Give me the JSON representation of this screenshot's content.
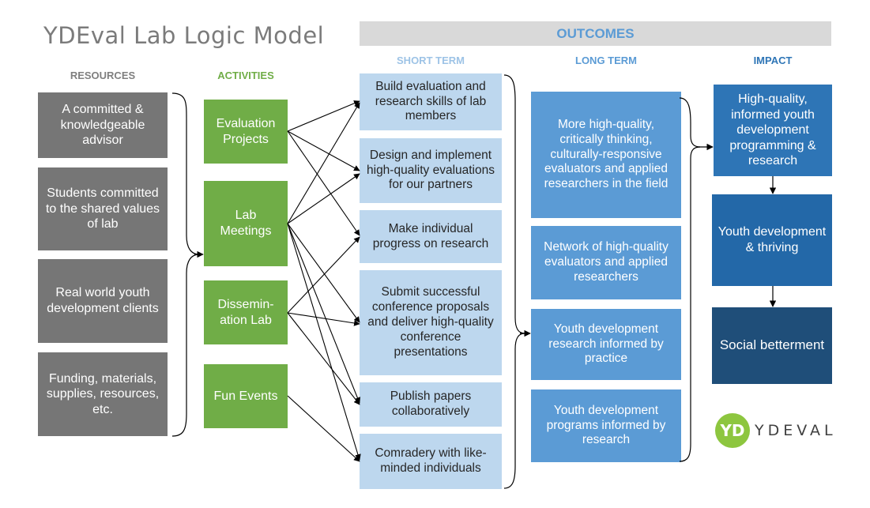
{
  "title": "YDEval Lab Logic Model",
  "headers": {
    "resources": "RESOURCES",
    "activities": "ACTIVITIES",
    "outcomes": "OUTCOMES",
    "short_term": "SHORT TERM",
    "long_term": "LONG TERM",
    "impact": "IMPACT"
  },
  "resources": [
    "A committed & knowledgeable advisor",
    "Students committed to the shared values of lab",
    "Real world youth development clients",
    "Funding, materials, supplies, resources, etc."
  ],
  "activities": [
    "Evaluation Projects",
    "Lab Meetings",
    "Dissemin-ation Lab",
    "Fun Events"
  ],
  "short_term": [
    "Build evaluation and research skills of lab members",
    "Design and implement high-quality evaluations for our partners",
    "Make individual progress on research",
    "Submit successful conference proposals and deliver high-quality conference presentations",
    "Publish papers collaboratively",
    "Comradery with like-minded individuals"
  ],
  "long_term": [
    "More high-quality, critically thinking, culturally-responsive evaluators and applied researchers in the field",
    "Network of high-quality evaluators and applied researchers",
    "Youth development research informed by practice",
    "Youth development programs informed by research"
  ],
  "impact": [
    "High-quality, informed youth development programming & research",
    "Youth development & thriving",
    "Social betterment"
  ],
  "logo": {
    "mark": "YD",
    "text": "YDEVAL"
  },
  "colors": {
    "resource_gray": "#767676",
    "activity_green": "#70ad47",
    "short_term_blue": "#bdd7ee",
    "long_term_blue": "#5b9bd5",
    "impact_blue": "#2e75b6",
    "impact_navy": "#1f4e79",
    "logo_green": "#8dc63f"
  },
  "connections": [
    {
      "from": "Evaluation Projects",
      "to": "Build evaluation and research skills of lab members"
    },
    {
      "from": "Evaluation Projects",
      "to": "Design and implement high-quality evaluations for our partners"
    },
    {
      "from": "Evaluation Projects",
      "to": "Make individual progress on research"
    },
    {
      "from": "Lab Meetings",
      "to": "Build evaluation and research skills of lab members"
    },
    {
      "from": "Lab Meetings",
      "to": "Design and implement high-quality evaluations for our partners"
    },
    {
      "from": "Lab Meetings",
      "to": "Submit successful conference proposals and deliver high-quality conference presentations"
    },
    {
      "from": "Lab Meetings",
      "to": "Comradery with like-minded individuals"
    },
    {
      "from": "Lab Meetings",
      "to": "Publish papers collaboratively"
    },
    {
      "from": "Dissemin-ation Lab",
      "to": "Make individual progress on research"
    },
    {
      "from": "Dissemin-ation Lab",
      "to": "Submit successful conference proposals and deliver high-quality conference presentations"
    },
    {
      "from": "Dissemin-ation Lab",
      "to": "Publish papers collaboratively"
    },
    {
      "from": "Fun Events",
      "to": "Comradery with like-minded individuals"
    }
  ]
}
